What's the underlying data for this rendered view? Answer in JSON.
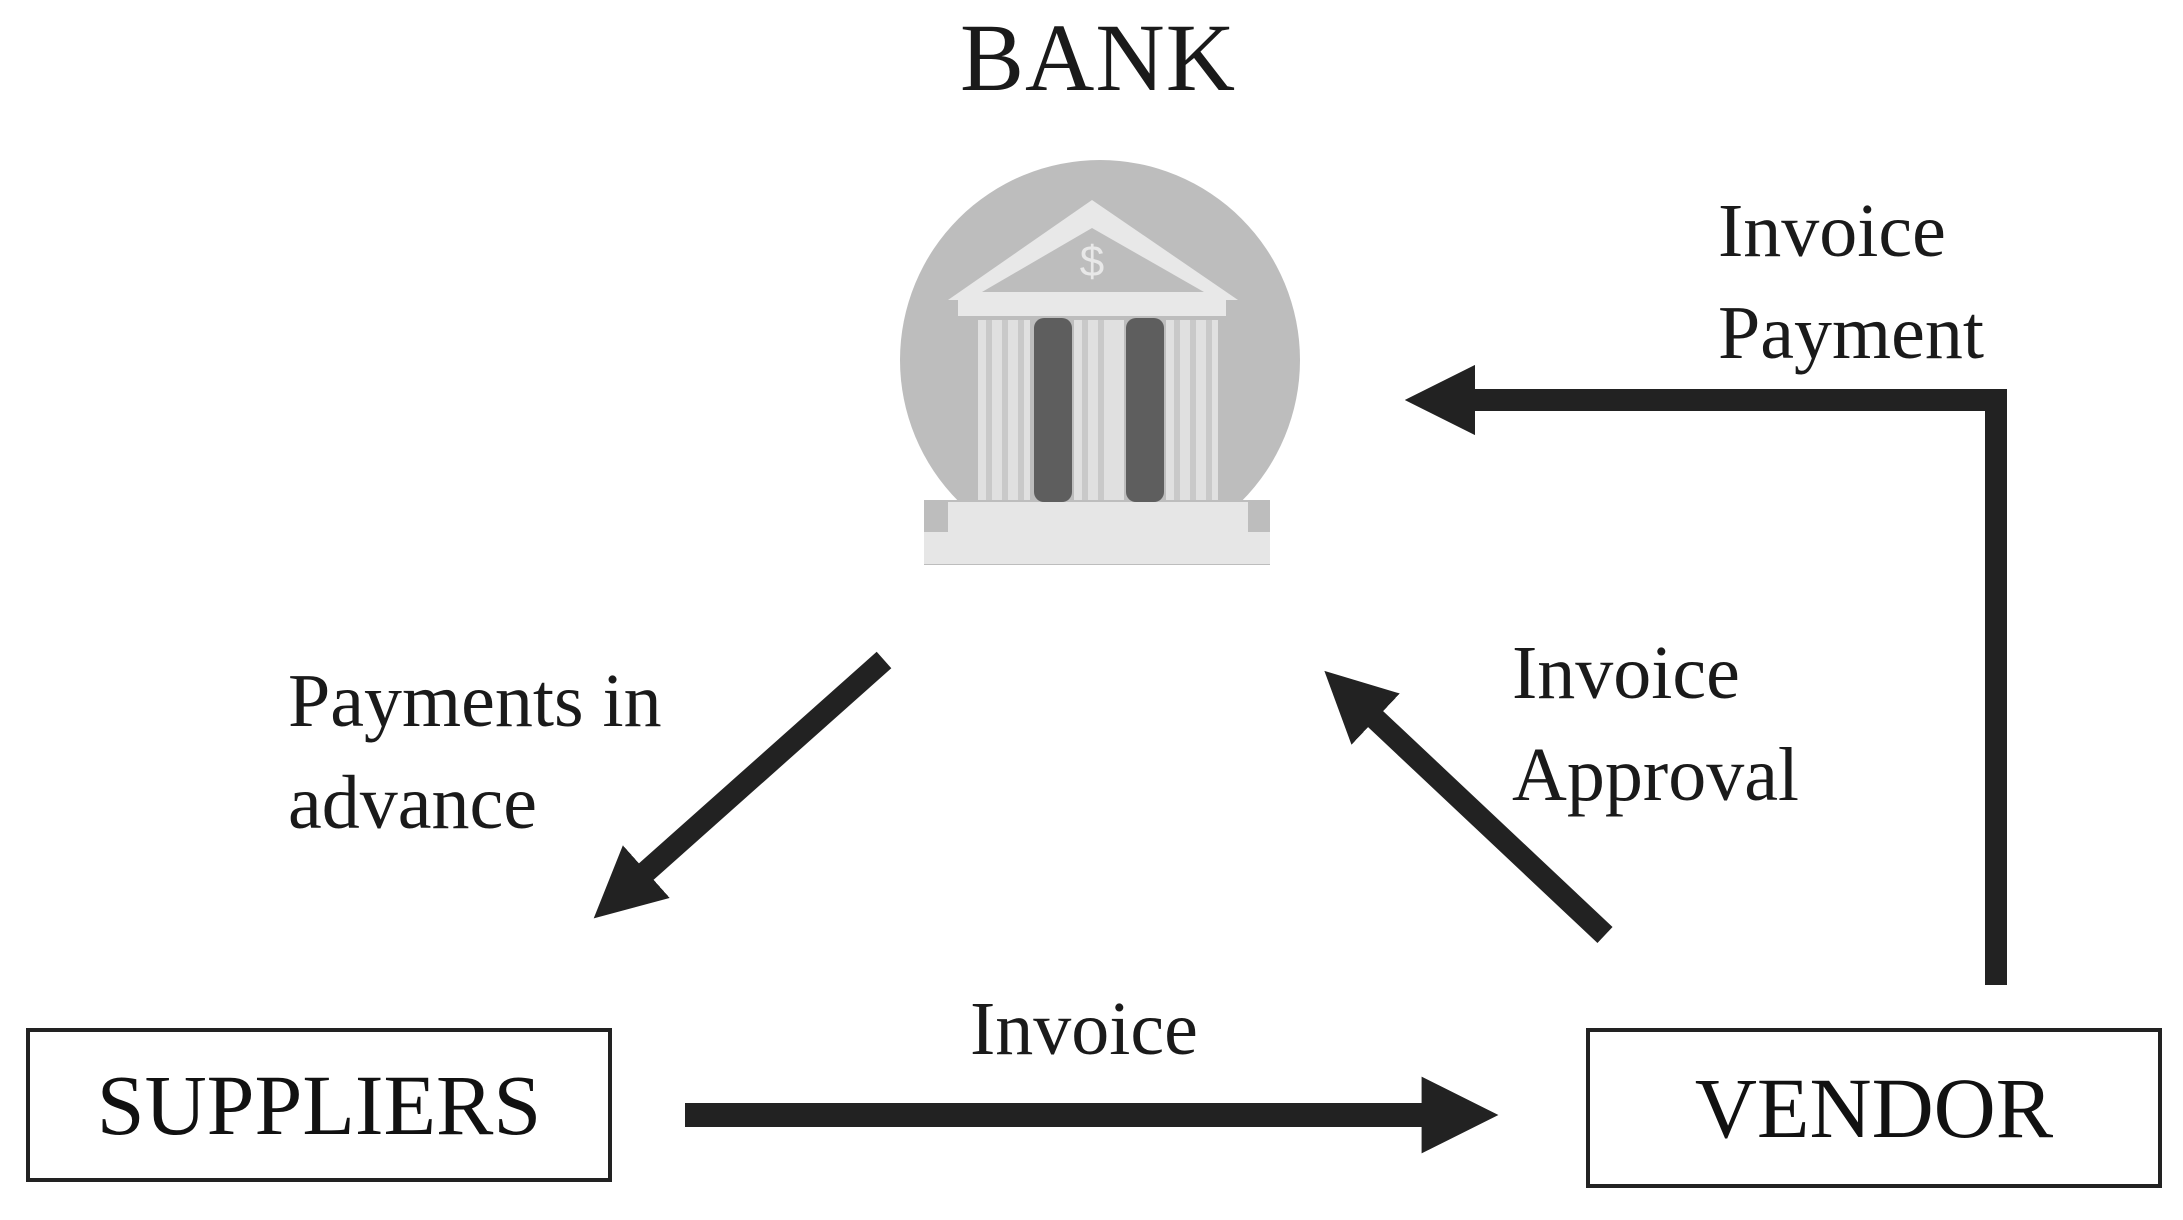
{
  "bank": {
    "title": "BANK",
    "icon": "bank-building-icon",
    "icon_symbol": "$"
  },
  "nodes": {
    "suppliers": "SUPPLIERS",
    "vendor": "VENDOR"
  },
  "flows": {
    "invoice_payment": [
      "Invoice",
      "Payment"
    ],
    "payments_in_advance": [
      "Payments in",
      "advance"
    ],
    "invoice_approval": [
      "Invoice",
      "Approval"
    ],
    "invoice": "Invoice"
  },
  "colors": {
    "arrow": "#222222",
    "icon_circle": "#bdbdbd",
    "icon_light": "#e6e6e6",
    "icon_dark": "#5e5e5e"
  }
}
